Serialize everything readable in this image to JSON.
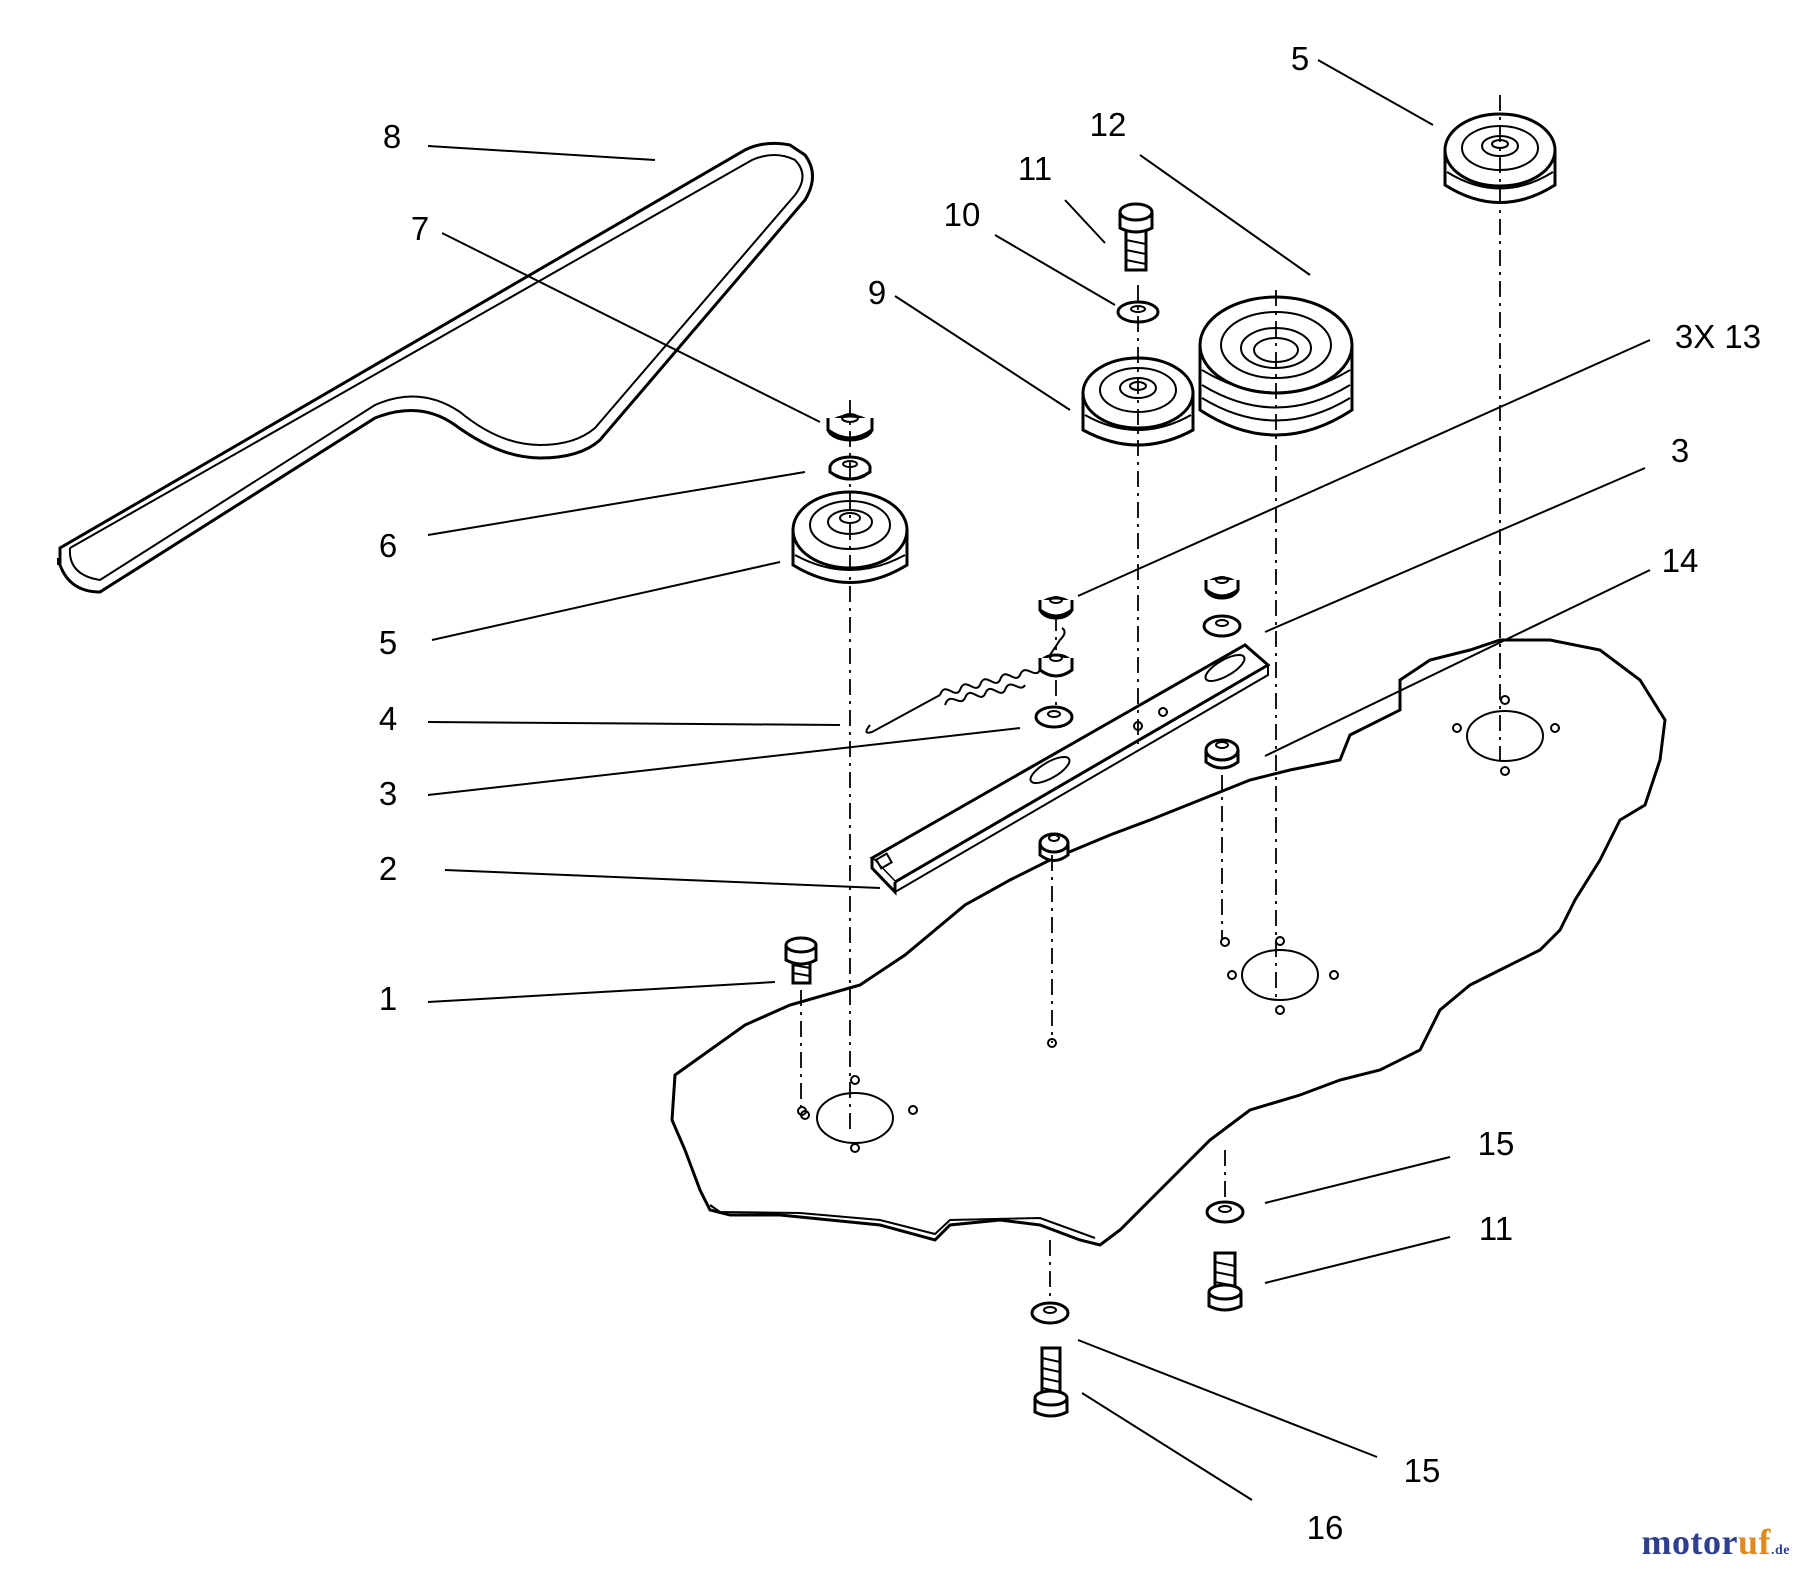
{
  "labels": {
    "l8": "8",
    "l7": "7",
    "l6": "6",
    "l5a": "5",
    "l4": "4",
    "l3a": "3",
    "l2": "2",
    "l1": "1",
    "l11a": "11",
    "l10": "10",
    "l9": "9",
    "l12": "12",
    "l5b": "5",
    "l3x13": "3X 13",
    "l3b": "3",
    "l14": "14",
    "l15a": "15",
    "l11b": "11",
    "l15b": "15",
    "l16": "16"
  },
  "watermark": {
    "part1": "motor",
    "part2": "uf",
    "part3": ".de"
  }
}
